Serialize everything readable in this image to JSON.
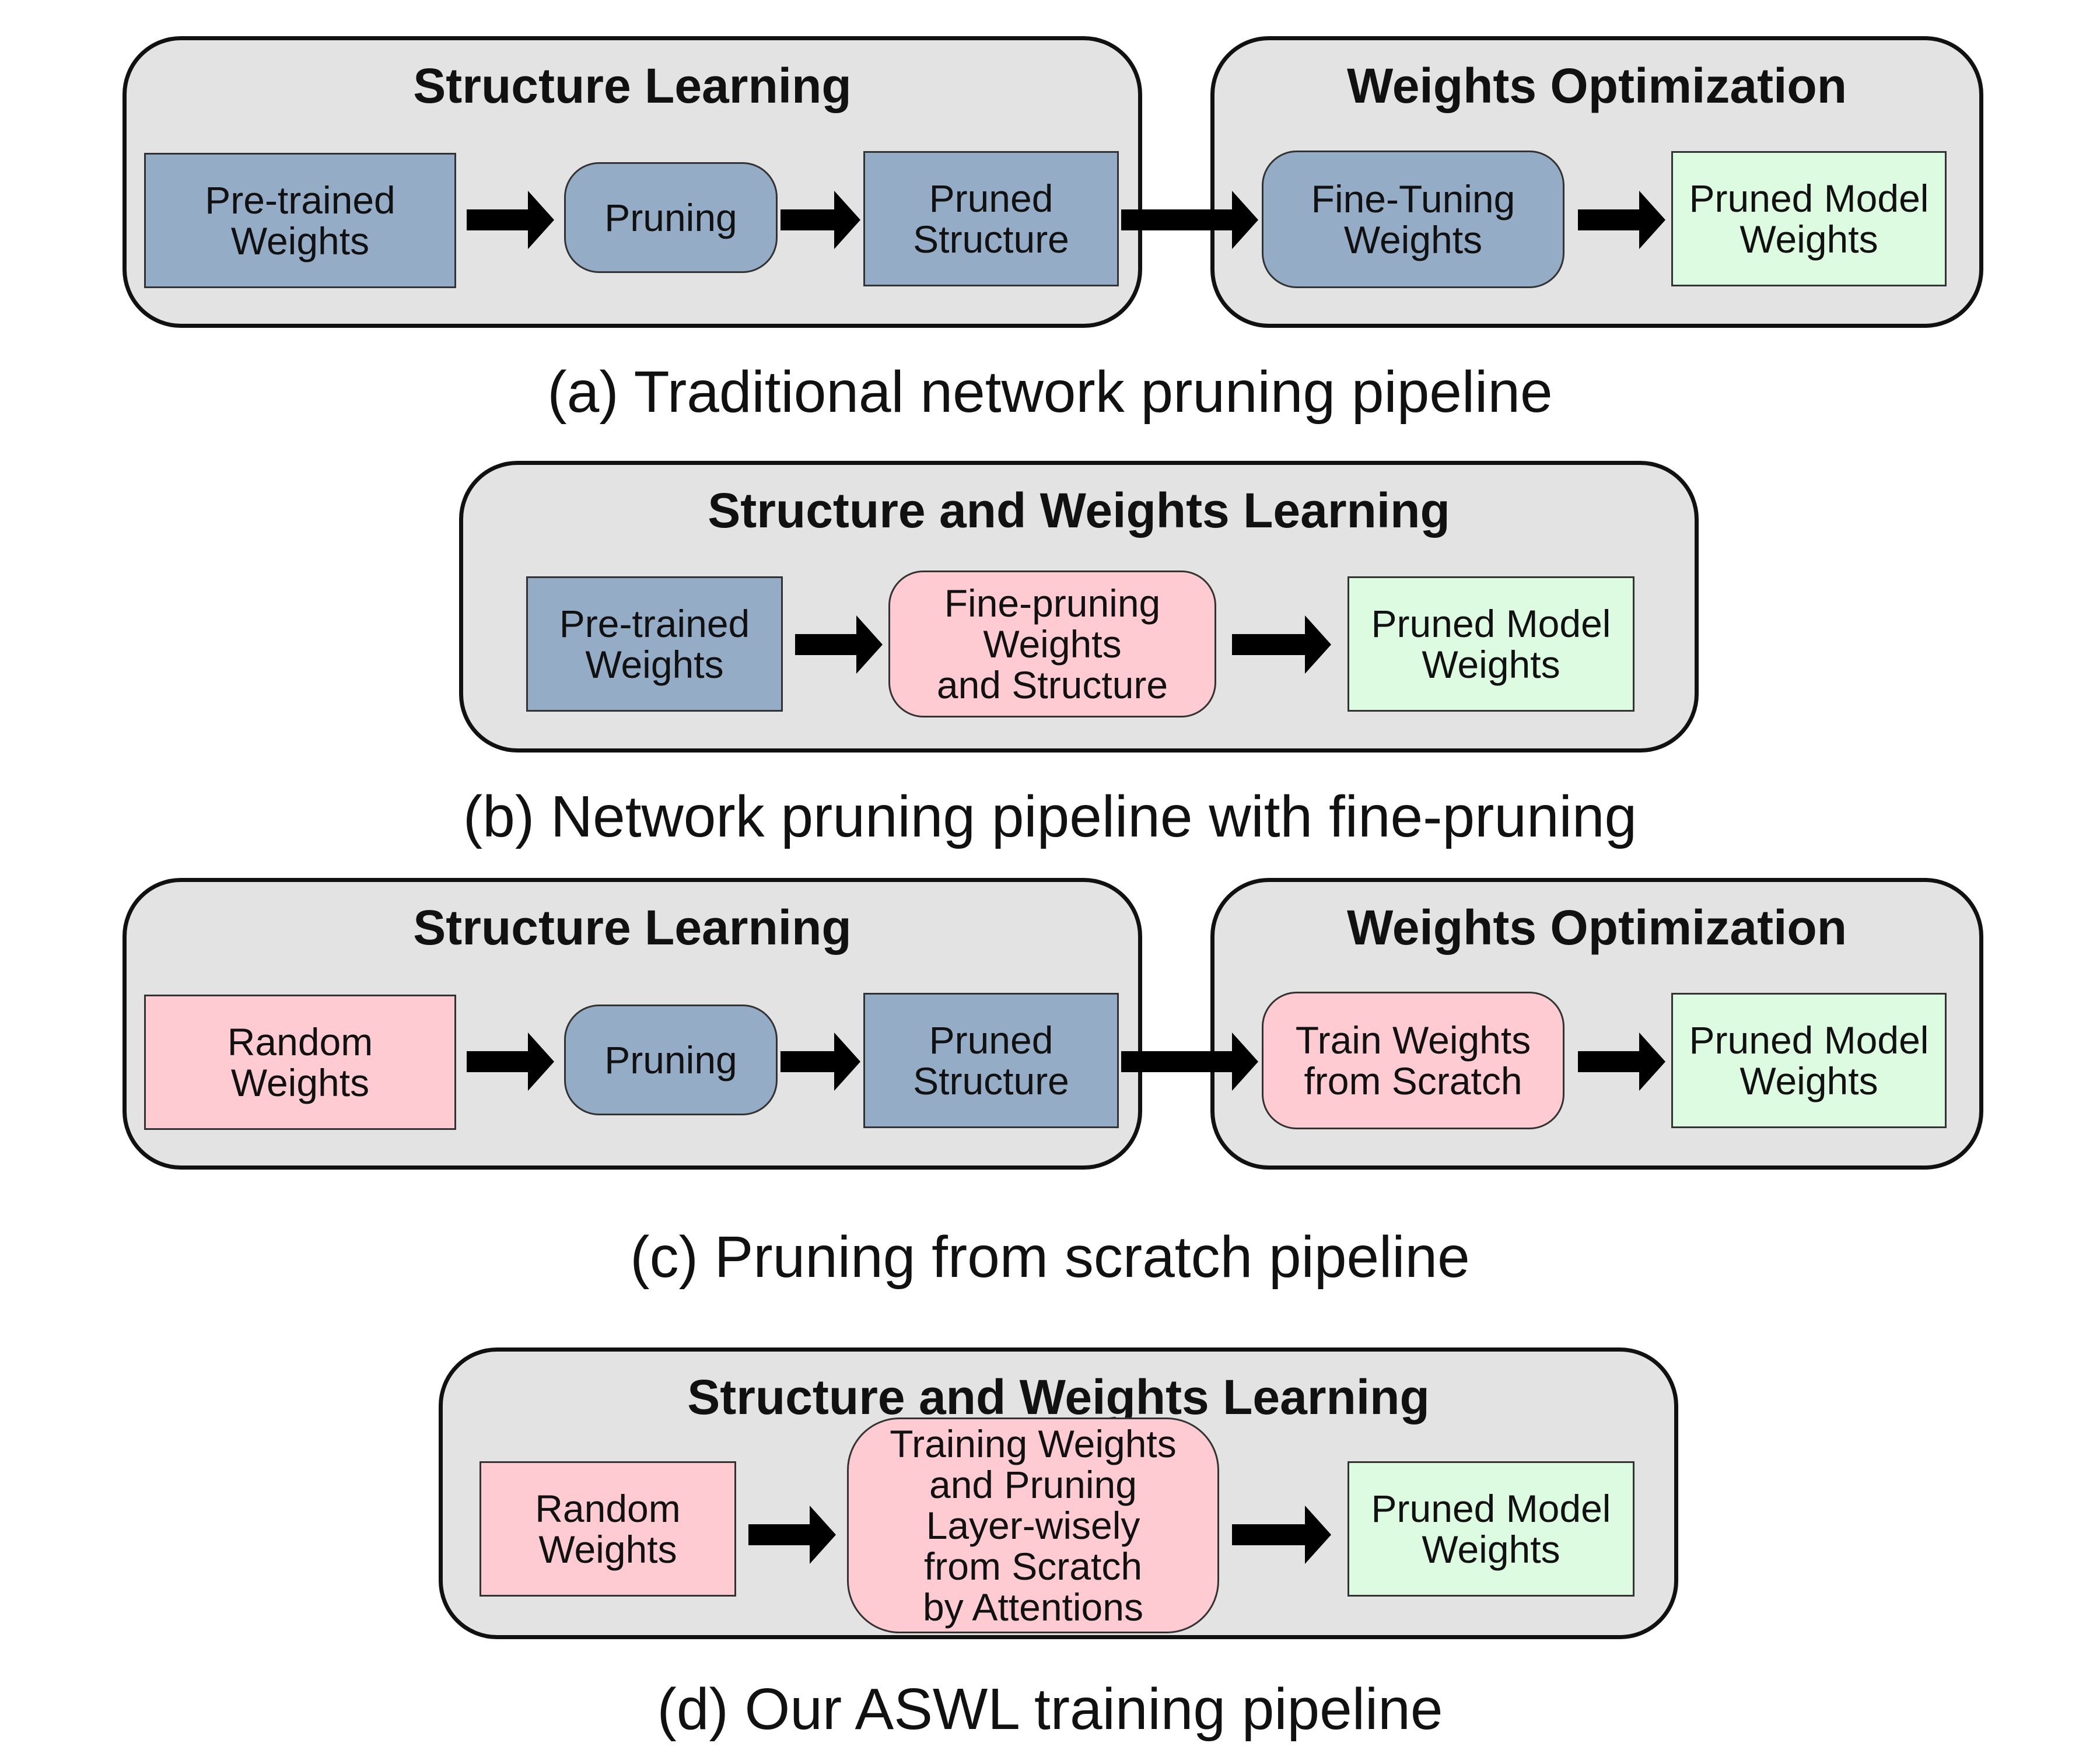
{
  "diagrams": [
    {
      "caption": "(a) Traditional network pruning pipeline",
      "panels": [
        {
          "title": "Structure Learning"
        },
        {
          "title": "Weights Optimization"
        }
      ],
      "nodes": [
        {
          "label": "Pre-trained\nWeights",
          "color": "#94acc6"
        },
        {
          "label": "Pruning",
          "color": "#94acc6"
        },
        {
          "label": "Pruned\nStructure",
          "color": "#94acc6"
        },
        {
          "label": "Fine-Tuning\nWeights",
          "color": "#94acc6"
        },
        {
          "label": "Pruned Model\nWeights",
          "color": "#ddfbe1"
        }
      ]
    },
    {
      "caption": "(b) Network pruning pipeline with fine-pruning",
      "panels": [
        {
          "title": "Structure and Weights Learning"
        }
      ],
      "nodes": [
        {
          "label": "Pre-trained\nWeights",
          "color": "#94acc6"
        },
        {
          "label": "Fine-pruning\nWeights\nand Structure",
          "color": "#fdcbd1"
        },
        {
          "label": "Pruned Model\nWeights",
          "color": "#ddfbe1"
        }
      ]
    },
    {
      "caption": "(c) Pruning from scratch pipeline",
      "panels": [
        {
          "title": "Structure Learning"
        },
        {
          "title": "Weights Optimization"
        }
      ],
      "nodes": [
        {
          "label": "Random\nWeights",
          "color": "#fdcbd1"
        },
        {
          "label": "Pruning",
          "color": "#94acc6"
        },
        {
          "label": "Pruned\nStructure",
          "color": "#94acc6"
        },
        {
          "label": "Train Weights\nfrom Scratch",
          "color": "#fdcbd1"
        },
        {
          "label": "Pruned Model\nWeights",
          "color": "#ddfbe1"
        }
      ]
    },
    {
      "caption": "(d) Our ASWL training pipeline",
      "panels": [
        {
          "title": "Structure and Weights Learning"
        }
      ],
      "nodes": [
        {
          "label": "Random\nWeights",
          "color": "#fdcbd1"
        },
        {
          "label": "Training Weights\nand Pruning\nLayer-wisely\nfrom Scratch\nby Attentions",
          "color": "#fdcbd1"
        },
        {
          "label": "Pruned Model\nWeights",
          "color": "#ddfbe1"
        }
      ]
    }
  ],
  "colors": {
    "panel_fill": "#e3e3e3",
    "outline": "#111111",
    "blue": "#94acc6",
    "pink": "#fdcbd1",
    "green": "#ddfbe1"
  },
  "icons": {
    "arrow": "arrow-right-icon"
  }
}
